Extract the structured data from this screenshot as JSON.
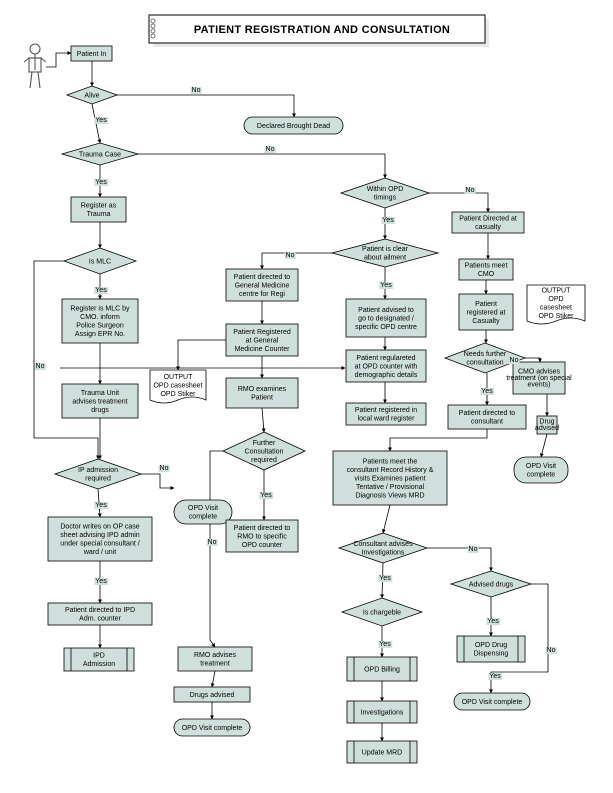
{
  "title": "PATIENT  REGISTRATION AND CONSULTATION",
  "colors": {
    "node_fill": "#cfe0dc",
    "edge": "#000000"
  },
  "nodes": {
    "patient_in": [
      "Patient In"
    ],
    "alive": [
      "Alive"
    ],
    "declared_dead": [
      "Declared Brought Dead"
    ],
    "trauma_case": [
      "Trauma Case"
    ],
    "register_trauma": [
      "Register as",
      "Trauma"
    ],
    "is_mlc": [
      "Is MLC"
    ],
    "register_mlc": [
      "Register is MLC by",
      "CMO. inform",
      "Police Surgeon",
      "Assign EPR No."
    ],
    "trauma_unit": [
      "Trauma Unit",
      "advises treatment",
      "drugs"
    ],
    "ip_admission": [
      "IP admission",
      "required"
    ],
    "opd_complete_left": [
      "OPD Visit",
      "complete"
    ],
    "doctor_writes": [
      "Doctor writes on OP case",
      "sheet advising IPD admin",
      "under special consultant /",
      "ward / unit"
    ],
    "patient_ipd": [
      "Patient directed to IPD",
      "Adm. counter"
    ],
    "ipd_admission": [
      "IPD",
      "Admission"
    ],
    "within_opd": [
      "Within OPD",
      "timings"
    ],
    "patient_casualty": [
      "Patient Directed at",
      "casualty"
    ],
    "clear_ailment": [
      "Patient is clear",
      "about ailment"
    ],
    "gen_med_dir": [
      "Patient directed to",
      "General Medicine",
      "centre for Regi"
    ],
    "gen_med_reg": [
      "Patient Registered",
      "at General",
      "Medicine Counter"
    ],
    "output_left": [
      "OUTPUT",
      "OPD casesheet",
      "OPD Stiker"
    ],
    "rmo_examines": [
      "RMO examines",
      "Patient"
    ],
    "further_consult": [
      "Further",
      "Consultation",
      "required"
    ],
    "rmo_specific": [
      "Patient directed to",
      "RMO to specific",
      "OPD counter"
    ],
    "rmo_treatment": [
      "RMO advises",
      "treatment"
    ],
    "drugs_advised_left": [
      "Drugs advised"
    ],
    "opd_complete_bottom_left": [
      "OPD Visit complete"
    ],
    "advised_go": [
      "Patient advised to",
      "go to designated /",
      "specific OPD centre"
    ],
    "reg_opd_counter": [
      "Patient regulareted",
      "at OPD counter with",
      "demographic details"
    ],
    "reg_local_ward": [
      "Patient registered in",
      "local ward register"
    ],
    "meet_cmo": [
      "Patients meet",
      "CMO"
    ],
    "reg_casualty": [
      "Patient",
      "registered at",
      "Casualty"
    ],
    "output_right": [
      "OUTPUT",
      "OPD",
      "casesheet",
      "OPD Stiker"
    ],
    "needs_consult": [
      "Needs further",
      "consultation"
    ],
    "cmo_advises": [
      "CMO advises",
      "treatment (on special",
      "events)"
    ],
    "directed_consultant": [
      "Patient directed to",
      "consultant"
    ],
    "drug_advised_small": [
      "Drug",
      "advised"
    ],
    "opd_complete_right": [
      "OPD Visit",
      "complete"
    ],
    "meet_consultant": [
      "Patients meet the",
      "consultant Record History &",
      "visits Examines patient",
      "Tentative / Provisional",
      "Diagnosis Views MRD"
    ],
    "consultant_invest": [
      "Consultant advises",
      "Investigations"
    ],
    "advised_drugs": [
      "Advised drugs"
    ],
    "is_chargeable": [
      "Is chargeble"
    ],
    "opd_drug_disp": [
      "OPD Drug",
      "Dispensing"
    ],
    "opd_billing": [
      "OPD Billing"
    ],
    "opd_complete_mid": [
      "OPD Visit complete"
    ],
    "investigations": [
      "Investigations"
    ],
    "update_mrd": [
      "Update MRD"
    ]
  },
  "edge_labels": {
    "alive_no": "No",
    "alive_yes": "Yes",
    "trauma_no": "No",
    "trauma_yes": "Yes",
    "mlc_yes": "Yes",
    "mlc_no": "No",
    "ip_no": "No",
    "ip_yes": "Yes",
    "doctor_yes": "Yes",
    "opd_no": "No",
    "opd_yes": "Yes",
    "clear_no": "No",
    "clear_yes": "Yes",
    "further_yes": "Yes",
    "further_no": "No",
    "needs_no": "No",
    "needs_yes": "Yes",
    "consult_no": "No",
    "consult_yes": "Yes",
    "charge_yes": "Yes",
    "drugs_yes": "Yes",
    "drugs_no": "No",
    "disp_yes": "Yes"
  }
}
